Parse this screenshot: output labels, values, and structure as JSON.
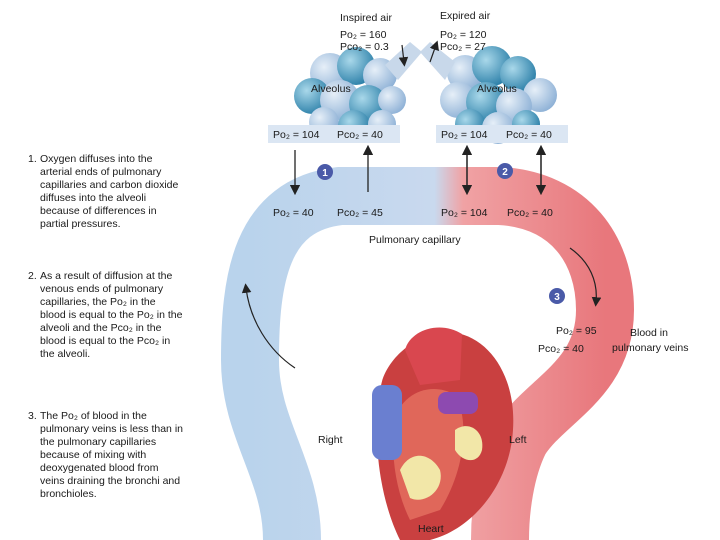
{
  "inspired": {
    "title": "Inspired air",
    "po2": "Po₂ = 160",
    "pco2": "Pco₂ = 0.3"
  },
  "expired": {
    "title": "Expired air",
    "po2": "Po₂ = 120",
    "pco2": "Pco₂ = 27"
  },
  "alveolus_left": {
    "label": "Alveolus",
    "po2": "Po₂ = 104",
    "pco2": "Pco₂ = 40"
  },
  "alveolus_right": {
    "label": "Alveolus",
    "po2": "Po₂ = 104",
    "pco2": "Pco₂ = 40"
  },
  "capillary": {
    "label": "Pulmonary capillary",
    "left_po2": "Po₂ = 40",
    "left_pco2": "Pco₂ = 45",
    "right_po2": "Po₂ = 104",
    "right_pco2": "Pco₂ = 40"
  },
  "veins": {
    "po2": "Po₂ = 95",
    "pco2": "Pco₂ = 40",
    "label_line1": "Blood in",
    "label_line2": "pulmonary veins"
  },
  "heart": {
    "label": "Heart",
    "right": "Right",
    "left": "Left"
  },
  "markers": [
    "1",
    "2",
    "3"
  ],
  "steps": [
    {
      "num": "1.",
      "text": "Oxygen diffuses into the arterial ends of pulmonary capillaries and carbon dioxide diffuses into the alveoli because of differences in partial pressures."
    },
    {
      "num": "2.",
      "text": "As a result of diffusion at the venous ends of pulmonary capillaries, the Po₂ in the blood is equal to the Po₂ in the alveoli and the Pco₂ in the blood is equal to the Pco₂ in the alveoli."
    },
    {
      "num": "3.",
      "text": "The Po₂ of blood in the pulmonary veins is less than in the pulmonary capillaries because of mixing with deoxygenated blood from veins draining the bronchi and bronchioles."
    }
  ],
  "colors": {
    "deoxygenated": "#b9d3ec",
    "oxygenated": "#e8777c",
    "alveolus": "#5aa3c9",
    "box": "#dbe6f3",
    "marker": "#4a5aa8"
  }
}
